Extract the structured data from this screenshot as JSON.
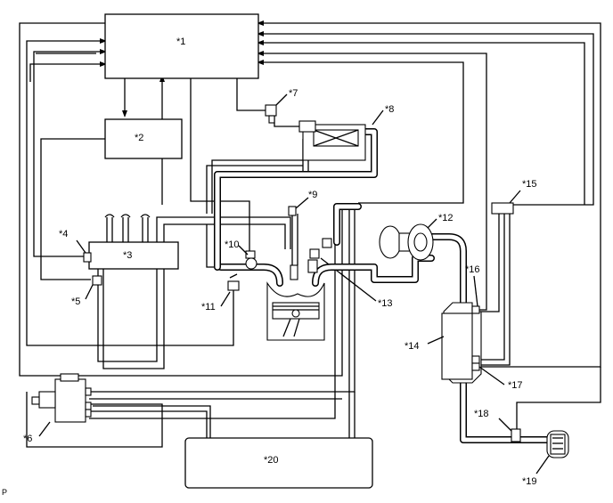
{
  "labels": {
    "c1": "*1",
    "c2": "*2",
    "c3": "*3",
    "c4": "*4",
    "c5": "*5",
    "c6": "*6",
    "c7": "*7",
    "c8": "*8",
    "c9": "*9",
    "c10": "*10",
    "c11": "*11",
    "c12": "*12",
    "c13": "*13",
    "c14": "*14",
    "c15": "*15",
    "c16": "*16",
    "c17": "*17",
    "c18": "*18",
    "c19": "*19",
    "c20": "*20"
  },
  "corner_mark": "P"
}
